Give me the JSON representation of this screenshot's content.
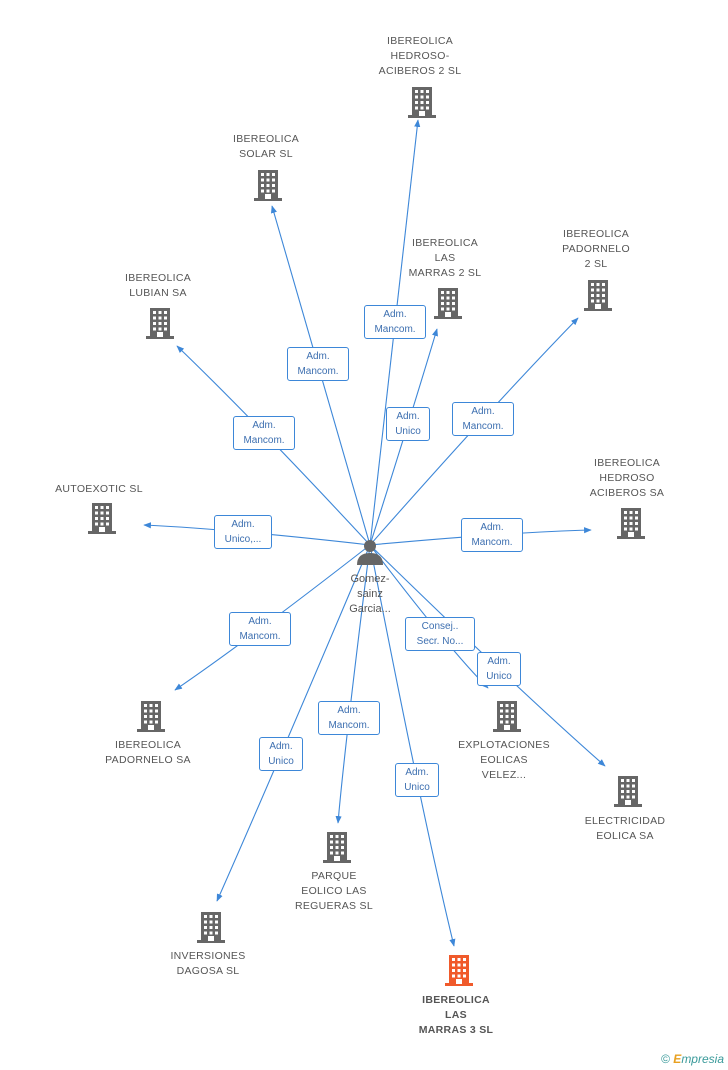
{
  "person": {
    "label_lines": [
      "Gomez-",
      "sainz",
      "Garcia..."
    ],
    "icon": "person-icon",
    "color": "#666666"
  },
  "colors": {
    "edge": "#3d87d8",
    "building": "#666666",
    "building_highlight": "#f05a2b",
    "rel_text": "#3d6fb0"
  },
  "companies": [
    {
      "id": "ibereolica-hedroso-aciberos-2",
      "label_lines": [
        "IBEREOLICA",
        "HEDROSO-",
        "ACIBEROS 2 SL"
      ],
      "icon": "building-icon",
      "highlight": false
    },
    {
      "id": "ibereolica-solar",
      "label_lines": [
        "IBEREOLICA",
        "SOLAR SL"
      ],
      "icon": "building-icon",
      "highlight": false
    },
    {
      "id": "ibereolica-las-marras-2",
      "label_lines": [
        "IBEREOLICA",
        "LAS",
        "MARRAS 2 SL"
      ],
      "icon": "building-icon",
      "highlight": false
    },
    {
      "id": "ibereolica-padornelo-2",
      "label_lines": [
        "IBEREOLICA",
        "PADORNELO",
        "2 SL"
      ],
      "icon": "building-icon",
      "highlight": false
    },
    {
      "id": "ibereolica-lubian",
      "label_lines": [
        "IBEREOLICA",
        "LUBIAN SA"
      ],
      "icon": "building-icon",
      "highlight": false
    },
    {
      "id": "autoexotic",
      "label_lines": [
        "AUTOEXOTIC SL"
      ],
      "icon": "building-icon",
      "highlight": false
    },
    {
      "id": "ibereolica-hedroso-aciberos",
      "label_lines": [
        "IBEREOLICA",
        "HEDROSO",
        "ACIBEROS SA"
      ],
      "icon": "building-icon",
      "highlight": false
    },
    {
      "id": "ibereolica-padornelo",
      "label_lines": [
        "IBEREOLICA",
        "PADORNELO SA"
      ],
      "icon": "building-icon",
      "highlight": false
    },
    {
      "id": "explotaciones-eolicas-velez",
      "label_lines": [
        "EXPLOTACIONES",
        "EOLICAS",
        "VELEZ..."
      ],
      "icon": "building-icon",
      "highlight": false
    },
    {
      "id": "electricidad-eolica",
      "label_lines": [
        "ELECTRICIDAD",
        "EOLICA SA"
      ],
      "icon": "building-icon",
      "highlight": false
    },
    {
      "id": "parque-eolico-las-regueras",
      "label_lines": [
        "PARQUE",
        "EOLICO LAS",
        "REGUERAS SL"
      ],
      "icon": "building-icon",
      "highlight": false
    },
    {
      "id": "inversiones-dagosa",
      "label_lines": [
        "INVERSIONES",
        "DAGOSA SL"
      ],
      "icon": "building-icon",
      "highlight": false
    },
    {
      "id": "ibereolica-las-marras-3",
      "label_lines": [
        "IBEREOLICA",
        "LAS",
        "MARRAS 3 SL"
      ],
      "icon": "building-icon",
      "highlight": true
    }
  ],
  "relations": [
    {
      "to": "ibereolica-hedroso-aciberos-2",
      "label_lines": [
        "Adm.",
        "Mancom."
      ]
    },
    {
      "to": "ibereolica-solar",
      "label_lines": [
        "Adm.",
        "Mancom."
      ]
    },
    {
      "to": "ibereolica-las-marras-2",
      "label_lines": [
        "Adm.",
        "Unico"
      ]
    },
    {
      "to": "ibereolica-padornelo-2",
      "label_lines": [
        "Adm.",
        "Mancom."
      ]
    },
    {
      "to": "ibereolica-lubian",
      "label_lines": [
        "Adm.",
        "Mancom."
      ]
    },
    {
      "to": "autoexotic",
      "label_lines": [
        "Adm.",
        "Unico,..."
      ]
    },
    {
      "to": "ibereolica-hedroso-aciberos",
      "label_lines": [
        "Adm.",
        "Mancom."
      ]
    },
    {
      "to": "ibereolica-padornelo",
      "label_lines": [
        "Adm.",
        "Mancom."
      ]
    },
    {
      "to": "explotaciones-eolicas-velez",
      "label_lines": [
        "Consej..",
        "Secr. No..."
      ]
    },
    {
      "to": "electricidad-eolica",
      "label_lines": [
        "Adm.",
        "Unico"
      ]
    },
    {
      "to": "parque-eolico-las-regueras",
      "label_lines": [
        "Adm.",
        "Mancom."
      ]
    },
    {
      "to": "inversiones-dagosa",
      "label_lines": [
        "Adm.",
        "Unico"
      ]
    },
    {
      "to": "ibereolica-las-marras-3",
      "label_lines": [
        "Adm.",
        "Unico"
      ]
    }
  ],
  "footer": {
    "copyright": "©",
    "brand_initial": "E",
    "brand_rest": "mpresia"
  }
}
